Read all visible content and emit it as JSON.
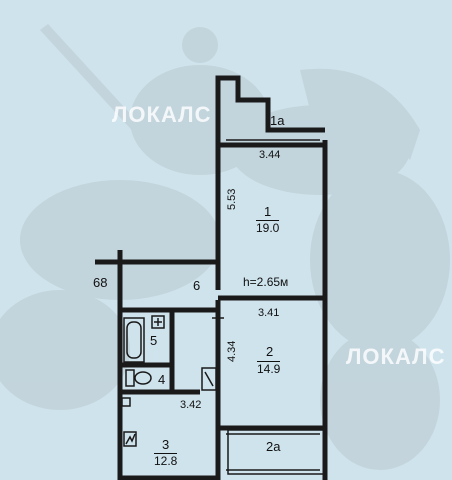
{
  "watermarks": [
    "ЛОКАЛС",
    "ЛОКАЛС"
  ],
  "ceiling_height": "h=2.65м",
  "rooms": [
    {
      "id": "1a",
      "number": "1а",
      "width": "3.44"
    },
    {
      "id": "1",
      "number": "1",
      "area": "19.0",
      "length": "5.53"
    },
    {
      "id": "6",
      "number": "6"
    },
    {
      "id": "2",
      "number": "2",
      "area": "14.9",
      "width": "3.41",
      "length": "4.34"
    },
    {
      "id": "68",
      "number": "68"
    },
    {
      "id": "5",
      "number": "5"
    },
    {
      "id": "4",
      "number": "4"
    },
    {
      "id": "3",
      "number": "3",
      "area": "12.8",
      "width": "3.42"
    },
    {
      "id": "2a",
      "number": "2а"
    }
  ],
  "icons": [
    "knight-emblem",
    "bathtub-icon",
    "toilet-icon",
    "sink-icon",
    "stove-icon",
    "electrical-panel-icon"
  ]
}
